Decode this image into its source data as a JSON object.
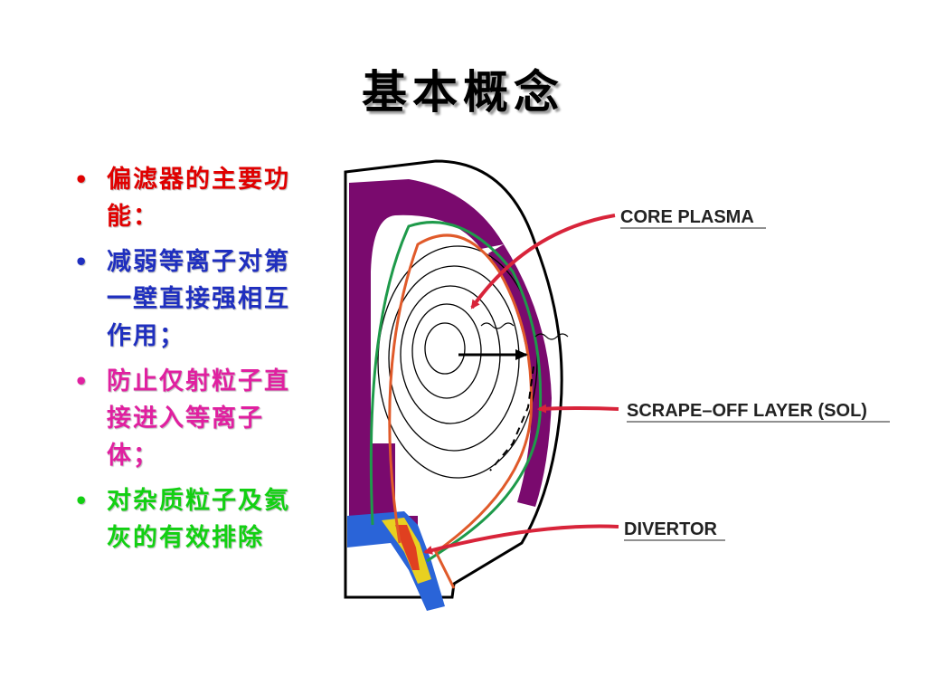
{
  "title": "基本概念",
  "bullets": [
    {
      "text": "偏滤器的主要功能：",
      "color": "#e00000"
    },
    {
      "text": "减弱等离子对第一壁直接强相互作用；",
      "color": "#1f2fbf"
    },
    {
      "text": "防止仅射粒子直接进入等离子体；",
      "color": "#e020a0"
    },
    {
      "text": "对杂质粒子及氦灰的有效排除",
      "color": "#12d012"
    }
  ],
  "diagram_labels": {
    "core_plasma": "CORE PLASMA",
    "sol": "SCRAPE–OFF LAYER (SOL)",
    "divertor": "DIVERTOR"
  },
  "colors": {
    "vessel_fill": "#7a0a6e",
    "separatrix": "#e05a2a",
    "flux_green": "#1e9a4a",
    "arrow_red": "#d8243a"
  }
}
